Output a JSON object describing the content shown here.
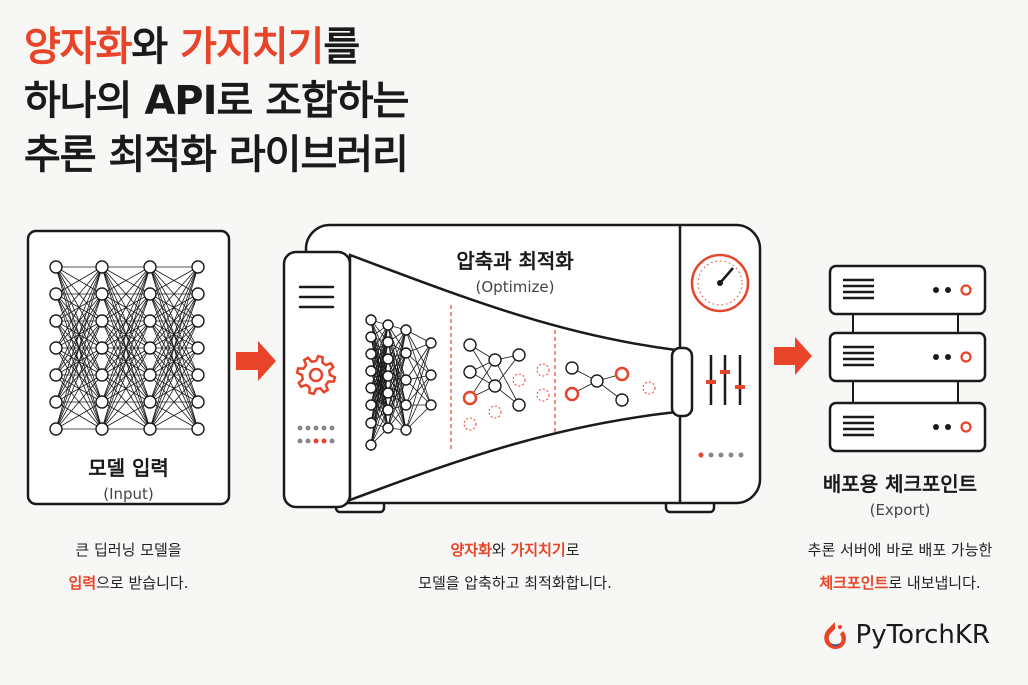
{
  "title": {
    "line1_a": "양자화",
    "line1_b": "와 ",
    "line1_c": "가지치기",
    "line1_d": "를",
    "line2": "하나의 API로 조합하는",
    "line3": "추론 최적화 라이브러리"
  },
  "input_box": {
    "label": "모델 입력",
    "sublabel": "(Input)"
  },
  "optimize_box": {
    "label": "압축과 최적화",
    "sublabel": "(Optimize)"
  },
  "export_box": {
    "label": "배포용 체크포인트",
    "sublabel": "(Export)"
  },
  "descriptions": {
    "input": {
      "line1": "큰 딥러닝 모델을",
      "hl": "입력",
      "rest": "으로 받습니다."
    },
    "optimize": {
      "hl1": "양자화",
      "mid": "와 ",
      "hl2": "가지치기",
      "end": "로",
      "line2": "모델을 압축하고 최적화합니다."
    },
    "export": {
      "line1": "추론 서버에 바로 배포 가능한",
      "hl": "체크포인트",
      "rest": "로 내보냅니다."
    }
  },
  "brand": {
    "name": "PyTorchKR"
  },
  "colors": {
    "accent": "#e8442a",
    "ink": "#1a1a1a",
    "background": "#f7f7f5"
  },
  "icons": [
    "arrow-right-icon",
    "gear-icon",
    "hamburger-menu-icon",
    "gauge-icon",
    "slider-icon",
    "server-rack-icon",
    "pytorch-flame-icon"
  ]
}
